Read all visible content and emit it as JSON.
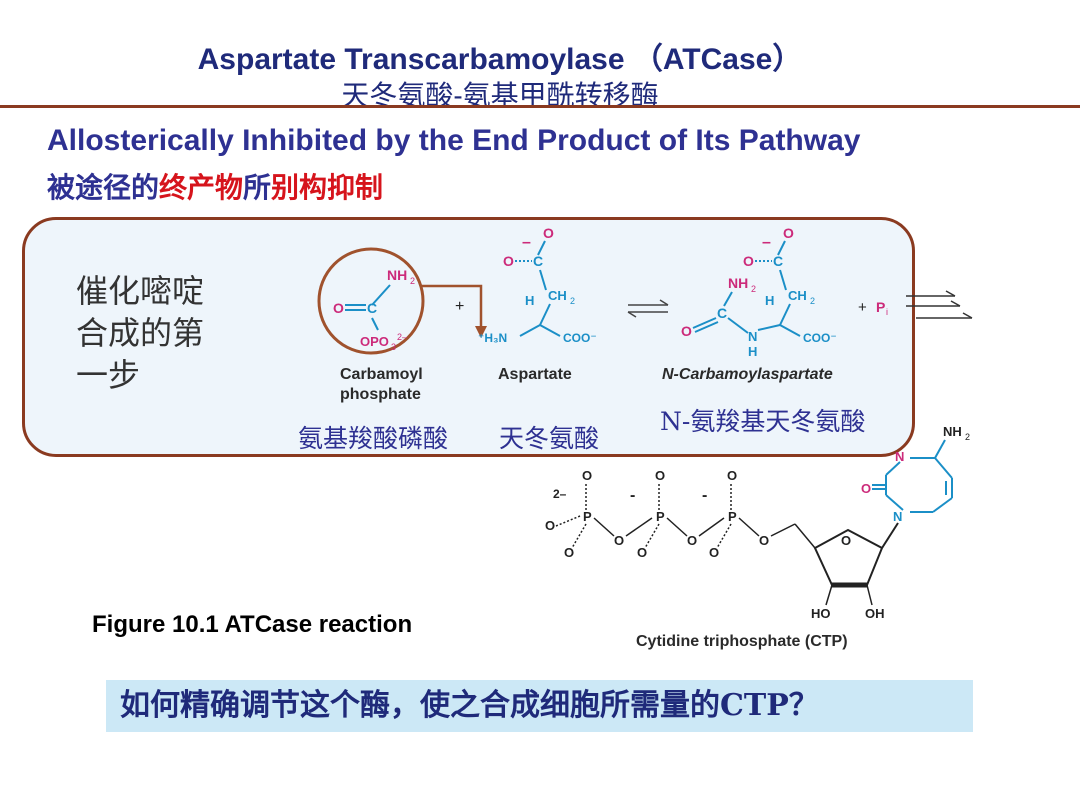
{
  "header": {
    "title_en": "Aspartate Transcarbamoylase （ATCase）",
    "title_zh": "天冬氨酸-氨基甲酰转移酶"
  },
  "subtitle": {
    "en": "Allosterically Inhibited by the End Product of Its Pathway",
    "zh_part1": "被途径的",
    "zh_part2": "终产物",
    "zh_part3": "所",
    "zh_part4": "别构抑制"
  },
  "panel": {
    "step_text": "催化嘧啶\n合成的第\n一步",
    "carbamoyl_label_line1": "Carbamoyl",
    "carbamoyl_label_line2": "phosphate",
    "aspartate_label": "Aspartate",
    "ncarb_label": "N-Carbamoylaspartate",
    "carbamoyl_zh": "氨基羧酸磷酸",
    "aspartate_zh": "天冬氨酸",
    "ncarb_zh": "N-氨羧基天冬氨酸"
  },
  "figure_caption": "Figure 10.1  ATCase reaction",
  "ctp_label": "Cytidine triphosphate (CTP)",
  "question": "如何精确调节这个酶，使之合成细胞所需量的CTP？",
  "colors": {
    "title_blue": "#1f2a7a",
    "highlight_red": "#d6141c",
    "panel_border": "#8a3a20",
    "panel_bg": "#eef5fb",
    "question_bg": "#cce8f6",
    "molecule_blue": "#1b8fc7",
    "molecule_magenta": "#cc2a7a"
  }
}
